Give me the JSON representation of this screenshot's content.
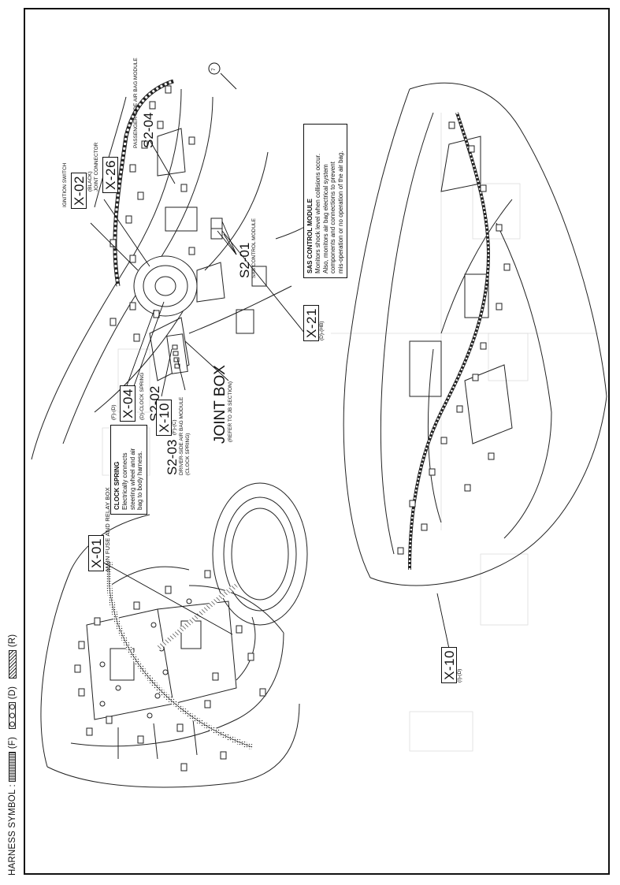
{
  "legend": {
    "prefix": "HARNESS SYMBOL :",
    "f": "(F)",
    "d": "(D)",
    "r": "(R)"
  },
  "components": {
    "x01": {
      "code": "X-01",
      "desc": "MAIN FUSE AND RELAY BOX"
    },
    "x02": {
      "code": "X-02",
      "desc": "IGNITION SWITCH"
    },
    "x04": {
      "code": "X-04",
      "grid": "(F)-(D)"
    },
    "x10a": {
      "code": "X-10",
      "grid": "(F)-(C)"
    },
    "x10b": {
      "code": "X-10",
      "grid": "(I)-(D)"
    },
    "x21": {
      "code": "X-21",
      "grid": "(D)-(HB)"
    },
    "x26": {
      "code": "X-26",
      "desc1": "(BLACK)",
      "desc2": "JOINT CONNECTOR"
    },
    "s201": {
      "code": "S2-01",
      "desc": "SAS CONTROL MODULE"
    },
    "s202": {
      "code": "S2-02",
      "desc": "(D)-CLOCK SPRING"
    },
    "s203": {
      "code": "S2-03",
      "desc1": "DRIVER-SIDE AIR BAG MODULE",
      "desc2": "(CLOCK SPRING)"
    },
    "s204": {
      "code": "S2-04",
      "desc": "PASSENGER-SIDE AIR BAG MODULE"
    },
    "joint": {
      "code": "JOINT BOX",
      "desc": "(REFER TO JB SECTION)"
    },
    "ref7": "7"
  },
  "notes": {
    "clock": {
      "title": "CLOCK SPRING",
      "lines": [
        "Electrically connects",
        "steering wheel and air",
        "bag to body harness."
      ]
    },
    "sas": {
      "title": "SAS CONTROL MODULE",
      "lines": [
        "Monitors shock level when collisions occur.",
        "Also, monitors air bag electrical system",
        "components and connections to prevent",
        "mis-operation or no operation of the air bag."
      ]
    }
  }
}
